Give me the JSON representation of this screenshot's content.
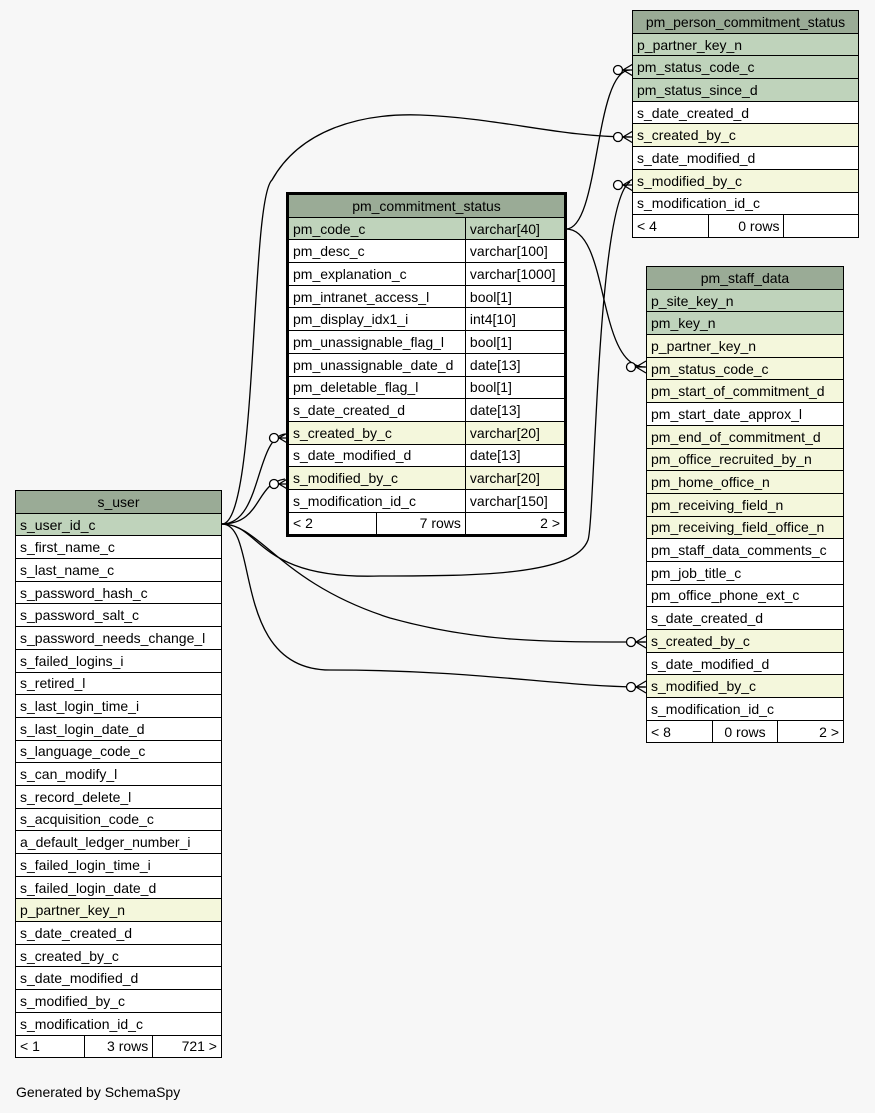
{
  "tables": {
    "pm_person_commitment_status": {
      "name": "pm_person_commitment_status",
      "columns": [
        {
          "name": "p_partner_key_n",
          "kind": "pk"
        },
        {
          "name": "pm_status_code_c",
          "kind": "pk"
        },
        {
          "name": "pm_status_since_d",
          "kind": "pk"
        },
        {
          "name": "s_date_created_d",
          "kind": "normal"
        },
        {
          "name": "s_created_by_c",
          "kind": "fk"
        },
        {
          "name": "s_date_modified_d",
          "kind": "normal"
        },
        {
          "name": "s_modified_by_c",
          "kind": "fk"
        },
        {
          "name": "s_modification_id_c",
          "kind": "normal"
        }
      ],
      "footer": {
        "parents": "< 4",
        "rows": "0 rows",
        "children": ""
      }
    },
    "pm_commitment_status": {
      "name": "pm_commitment_status",
      "columns": [
        {
          "name": "pm_code_c",
          "type": "varchar[40]",
          "kind": "pk"
        },
        {
          "name": "pm_desc_c",
          "type": "varchar[100]",
          "kind": "normal"
        },
        {
          "name": "pm_explanation_c",
          "type": "varchar[1000]",
          "kind": "normal"
        },
        {
          "name": "pm_intranet_access_l",
          "type": "bool[1]",
          "kind": "normal"
        },
        {
          "name": "pm_display_idx1_i",
          "type": "int4[10]",
          "kind": "normal"
        },
        {
          "name": "pm_unassignable_flag_l",
          "type": "bool[1]",
          "kind": "normal"
        },
        {
          "name": "pm_unassignable_date_d",
          "type": "date[13]",
          "kind": "normal"
        },
        {
          "name": "pm_deletable_flag_l",
          "type": "bool[1]",
          "kind": "normal"
        },
        {
          "name": "s_date_created_d",
          "type": "date[13]",
          "kind": "normal"
        },
        {
          "name": "s_created_by_c",
          "type": "varchar[20]",
          "kind": "fk"
        },
        {
          "name": "s_date_modified_d",
          "type": "date[13]",
          "kind": "normal"
        },
        {
          "name": "s_modified_by_c",
          "type": "varchar[20]",
          "kind": "fk"
        },
        {
          "name": "s_modification_id_c",
          "type": "varchar[150]",
          "kind": "normal"
        }
      ],
      "footer": {
        "parents": "< 2",
        "rows": "7 rows",
        "children": "2 >"
      }
    },
    "pm_staff_data": {
      "name": "pm_staff_data",
      "columns": [
        {
          "name": "p_site_key_n",
          "kind": "pk"
        },
        {
          "name": "pm_key_n",
          "kind": "pk"
        },
        {
          "name": "p_partner_key_n",
          "kind": "fk"
        },
        {
          "name": "pm_status_code_c",
          "kind": "fk"
        },
        {
          "name": "pm_start_of_commitment_d",
          "kind": "fk"
        },
        {
          "name": "pm_start_date_approx_l",
          "kind": "normal"
        },
        {
          "name": "pm_end_of_commitment_d",
          "kind": "fk"
        },
        {
          "name": "pm_office_recruited_by_n",
          "kind": "fk"
        },
        {
          "name": "pm_home_office_n",
          "kind": "fk"
        },
        {
          "name": "pm_receiving_field_n",
          "kind": "fk"
        },
        {
          "name": "pm_receiving_field_office_n",
          "kind": "fk"
        },
        {
          "name": "pm_staff_data_comments_c",
          "kind": "normal"
        },
        {
          "name": "pm_job_title_c",
          "kind": "normal"
        },
        {
          "name": "pm_office_phone_ext_c",
          "kind": "normal"
        },
        {
          "name": "s_date_created_d",
          "kind": "normal"
        },
        {
          "name": "s_created_by_c",
          "kind": "fk"
        },
        {
          "name": "s_date_modified_d",
          "kind": "normal"
        },
        {
          "name": "s_modified_by_c",
          "kind": "fk"
        },
        {
          "name": "s_modification_id_c",
          "kind": "normal"
        }
      ],
      "footer": {
        "parents": "< 8",
        "rows": "0 rows",
        "children": "2 >"
      }
    },
    "s_user": {
      "name": "s_user",
      "columns": [
        {
          "name": "s_user_id_c",
          "kind": "pk"
        },
        {
          "name": "s_first_name_c",
          "kind": "normal"
        },
        {
          "name": "s_last_name_c",
          "kind": "normal"
        },
        {
          "name": "s_password_hash_c",
          "kind": "normal"
        },
        {
          "name": "s_password_salt_c",
          "kind": "normal"
        },
        {
          "name": "s_password_needs_change_l",
          "kind": "normal"
        },
        {
          "name": "s_failed_logins_i",
          "kind": "normal"
        },
        {
          "name": "s_retired_l",
          "kind": "normal"
        },
        {
          "name": "s_last_login_time_i",
          "kind": "normal"
        },
        {
          "name": "s_last_login_date_d",
          "kind": "normal"
        },
        {
          "name": "s_language_code_c",
          "kind": "normal"
        },
        {
          "name": "s_can_modify_l",
          "kind": "normal"
        },
        {
          "name": "s_record_delete_l",
          "kind": "normal"
        },
        {
          "name": "s_acquisition_code_c",
          "kind": "normal"
        },
        {
          "name": "a_default_ledger_number_i",
          "kind": "normal"
        },
        {
          "name": "s_failed_login_time_i",
          "kind": "normal"
        },
        {
          "name": "s_failed_login_date_d",
          "kind": "normal"
        },
        {
          "name": "p_partner_key_n",
          "kind": "fk"
        },
        {
          "name": "s_date_created_d",
          "kind": "normal"
        },
        {
          "name": "s_created_by_c",
          "kind": "normal"
        },
        {
          "name": "s_date_modified_d",
          "kind": "normal"
        },
        {
          "name": "s_modified_by_c",
          "kind": "normal"
        },
        {
          "name": "s_modification_id_c",
          "kind": "normal"
        }
      ],
      "footer": {
        "parents": "< 1",
        "rows": "3 rows",
        "children": "721 >"
      }
    }
  },
  "footer_text": "Generated by SchemaSpy",
  "colors": {
    "title": "#9aab96",
    "pk": "#bfd3bb",
    "fk": "#f4f7dc",
    "background": "#f7f7f7"
  }
}
